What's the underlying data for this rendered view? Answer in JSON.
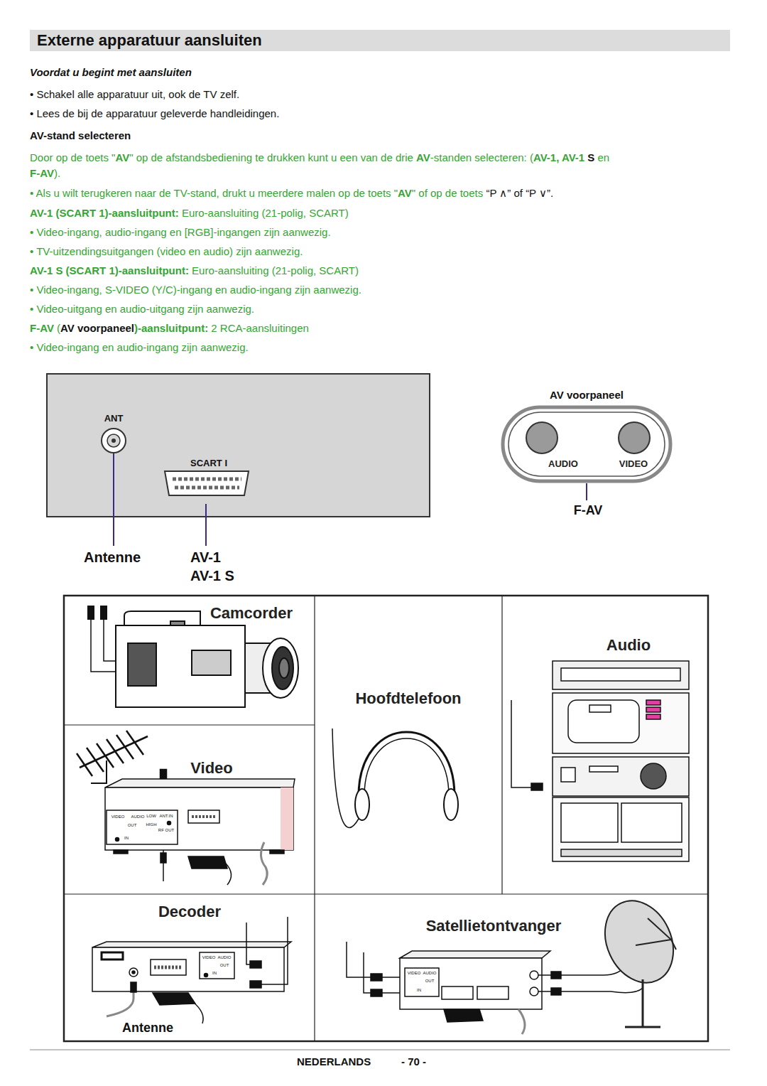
{
  "diagram": {
    "title": "Externe apparatuur aansluiten",
    "nodes": [
      {
        "text": [
          "ANT",
          "SCART I"
        ]
      },
      {
        "text": [
          "AV voorpaneel",
          "AUDIO",
          "VIDEO"
        ]
      },
      {
        "text": [
          "Camcorder"
        ]
      },
      {
        "text": [
          "Hoofdtelefoon"
        ]
      },
      {
        "text": [
          "Audio"
        ]
      },
      {
        "text": [
          "Video"
        ]
      },
      {
        "text": [
          "Decoder"
        ]
      },
      {
        "text": [
          "Satellietontvanger"
        ]
      }
    ],
    "labels": [
      "Voordat u begint met aansluiten",
      "• Schakel alle apparatuur uit, ook de TV zelf.",
      "• Lees de bij de apparatuur geleverde handleidingen.",
      "AV-stand selecteren",
      "Door op de toets \"",
      "AV",
      "\" op de afstandsbediening te drukken kunt u een van de drie ",
      "AV",
      "-standen selecteren: (",
      "AV-1, AV-1 ",
      "S",
      " en ",
      "F-AV",
      ").",
      "• Als u wilt terugkeren naar de TV-stand, drukt u meerdere malen op de toets \"",
      "AV",
      "\" of op de toets ",
      "“P ∧” of “P ∨”.",
      "AV-1 (SCART 1)-aansluitpunt:",
      " Euro-aansluiting (21-polig, SCART)",
      "• Video-ingang, audio-ingang en [RGB]-ingangen zijn aanwezig.",
      "• TV-uitzendingsuitgangen (video en audio) zijn aanwezig.",
      "AV-1 S (SCART 1)-aansluitpunt:",
      " Euro-aansluiting (21-polig, SCART)",
      "• Video-ingang, S-VIDEO (Y/C)-ingang en audio-ingang zijn aanwezig.",
      "• Video-uitgang en audio-uitgang zijn aanwezig.",
      "F-AV",
      " (",
      "AV voorpaneel",
      ")-aansluitpunt:",
      " 2 RCA-aansluitingen",
      "• Video-ingang en audio-ingang zijn aanwezig.",
      "F-AV",
      "Antenne",
      "AV-1",
      "AV-1 S",
      "VIDEO",
      "AUDIO",
      "OUT",
      "IN",
      "LOW",
      "HIGH",
      "ANT.IN",
      "RF OUT",
      "VIDEO",
      "AUDIO",
      "OUT",
      "IN",
      "VIDEO",
      "AUDIO",
      "OUT",
      "IN",
      "Antenne",
      "NEDERLANDS",
      "- 70 -"
    ]
  }
}
